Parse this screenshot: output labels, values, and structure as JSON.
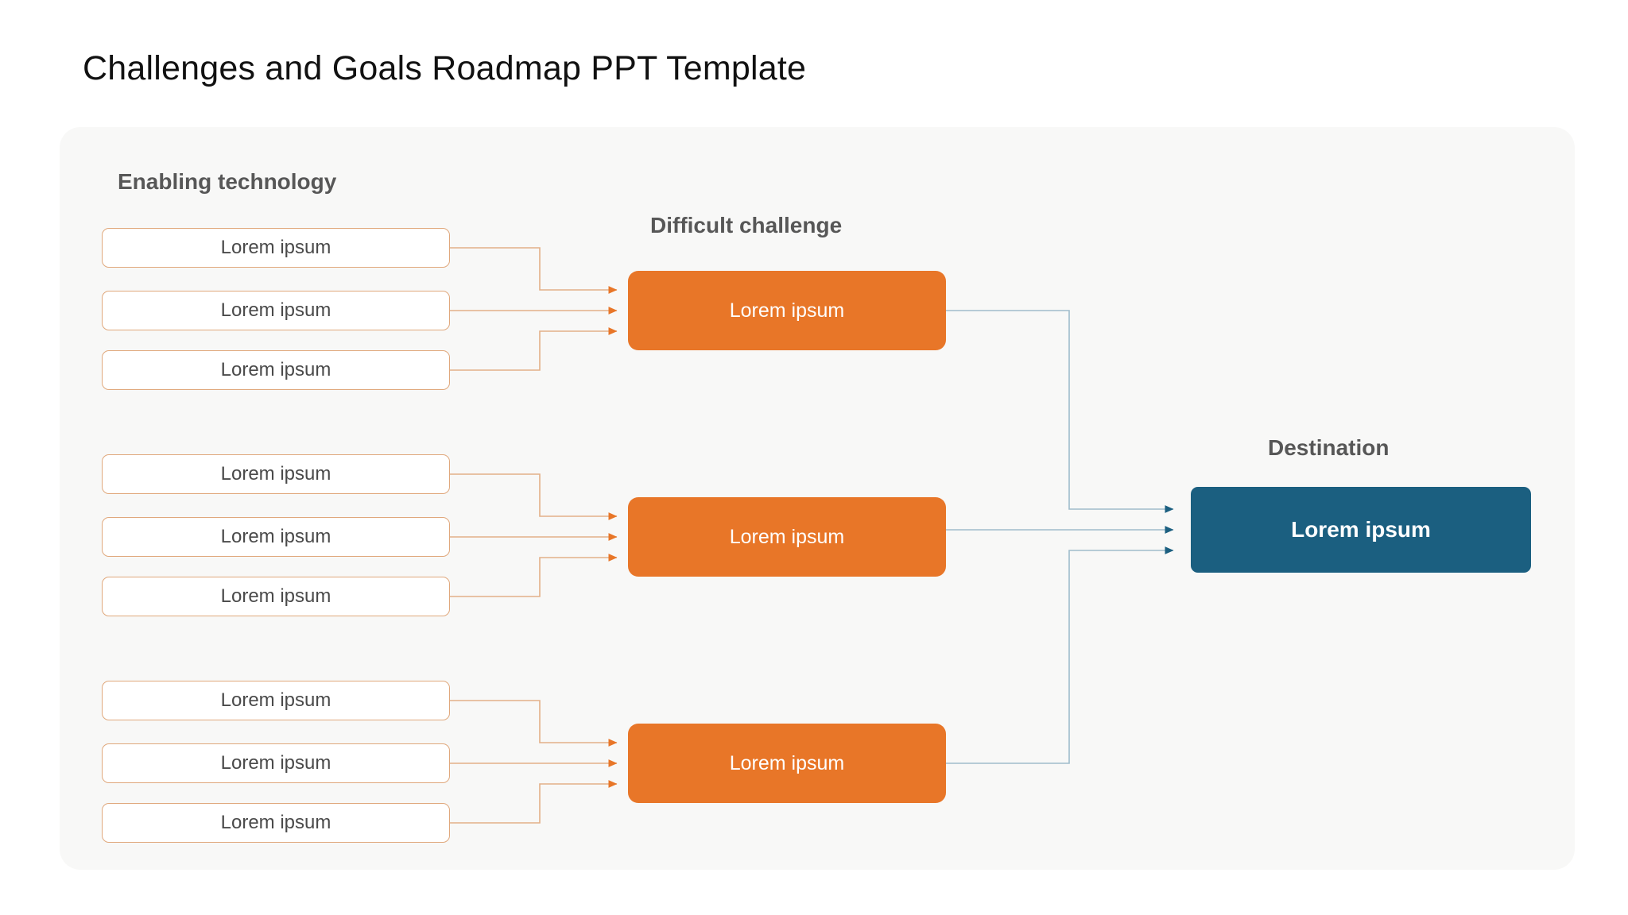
{
  "page": {
    "title": "Challenges and Goals Roadmap PPT Template"
  },
  "diagram": {
    "columns": {
      "enabling": {
        "heading": "Enabling technology"
      },
      "challenge": {
        "heading": "Difficult challenge"
      },
      "destination": {
        "heading": "Destination"
      }
    },
    "groups": [
      {
        "id": "group-1",
        "technologies": [
          {
            "label": "Lorem ipsum"
          },
          {
            "label": "Lorem ipsum"
          },
          {
            "label": "Lorem ipsum"
          }
        ],
        "challenge": {
          "label": "Lorem ipsum"
        }
      },
      {
        "id": "group-2",
        "technologies": [
          {
            "label": "Lorem ipsum"
          },
          {
            "label": "Lorem ipsum"
          },
          {
            "label": "Lorem ipsum"
          }
        ],
        "challenge": {
          "label": "Lorem ipsum"
        }
      },
      {
        "id": "group-3",
        "technologies": [
          {
            "label": "Lorem ipsum"
          },
          {
            "label": "Lorem ipsum"
          },
          {
            "label": "Lorem ipsum"
          }
        ],
        "challenge": {
          "label": "Lorem ipsum"
        }
      }
    ],
    "destination": {
      "label": "Lorem ipsum"
    }
  },
  "colors": {
    "page_background": "#ffffff",
    "panel_background": "#f8f8f7",
    "title_text": "#111111",
    "heading_text": "#575757",
    "tech_box_background": "#ffffff",
    "tech_box_border": "#e0a87c",
    "tech_box_text": "#4a4a4a",
    "challenge_box_background": "#e87628",
    "challenge_box_text": "#ffffff",
    "destination_box_background": "#1b5f80",
    "destination_box_text": "#ffffff",
    "orange_connector": "#e3b088",
    "orange_arrow": "#e87628",
    "blue_connector": "#9fbccb",
    "blue_arrow": "#1b5f80"
  }
}
